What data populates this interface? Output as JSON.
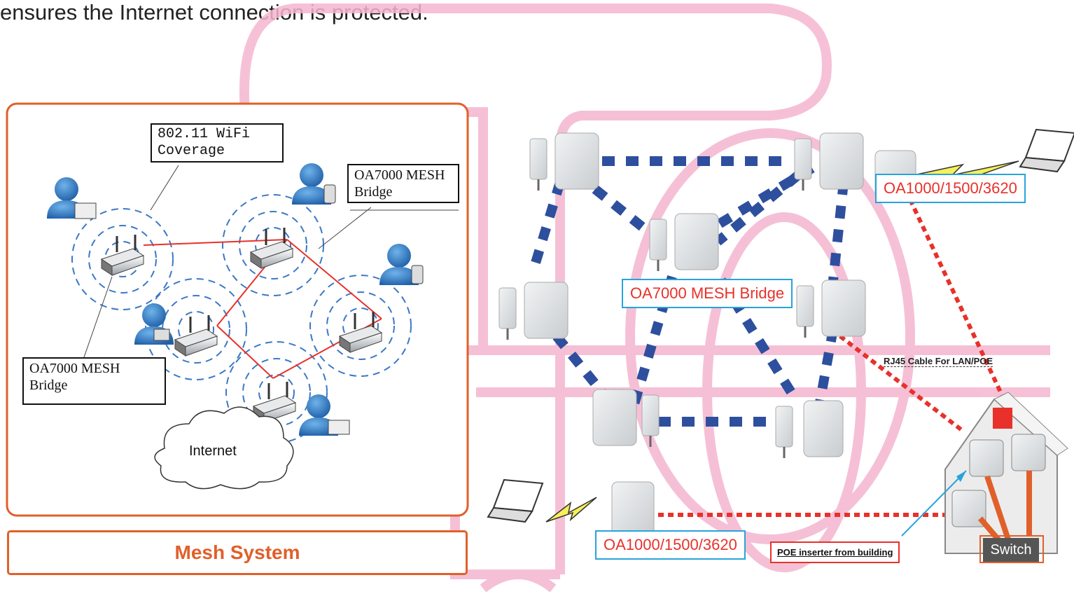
{
  "intro_text": "ensures the Internet connection is protected.",
  "left_panel": {
    "wifi_label": "802.11 WiFi Coverage",
    "mesh_label_top": "OA7000 MESH Bridge",
    "mesh_label_bottom": "OA7000 MESH Bridge",
    "cloud_label": "Internet",
    "footer_title": "Mesh System"
  },
  "right_panel": {
    "oa1000_top": "OA1000/1500/3620",
    "oa1000_bottom": "OA1000/1500/3620",
    "mesh_bridge": "OA7000 MESH Bridge",
    "rj45": "RJ45 Cable For LAN/POE",
    "poe": "POE inserter from building",
    "switch": "Switch"
  },
  "colors": {
    "orange": "#e0602a",
    "mesh_link_blue": "#2e4f9e",
    "wired_red": "#e8312a",
    "label_blue": "#29a3d9",
    "pink_outline": "#f4b6cf"
  }
}
